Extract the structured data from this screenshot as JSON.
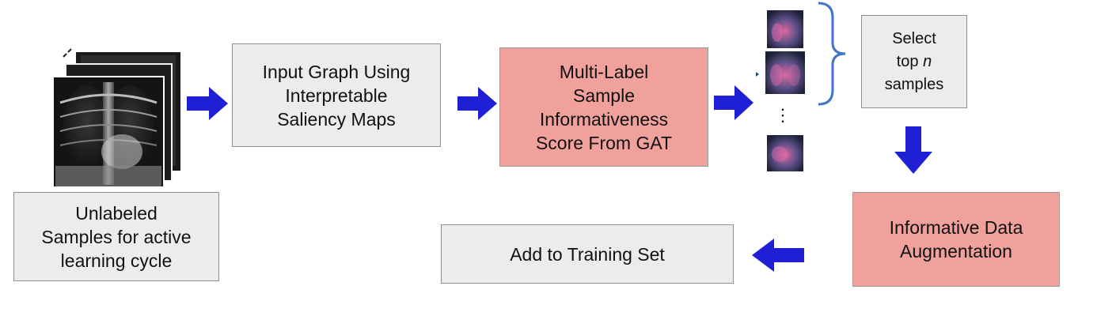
{
  "boxes": {
    "unlabeled": {
      "lines": [
        "Unlabeled",
        "Samples for active",
        "learning cycle"
      ]
    },
    "input_graph": {
      "lines": [
        "Input Graph Using",
        "Interpretable",
        "Saliency Maps"
      ]
    },
    "multilabel": {
      "lines": [
        "Multi-Label",
        "Sample",
        "Informativeness",
        "Score From GAT"
      ]
    },
    "select": {
      "line1": "Select",
      "line2_prefix": "top ",
      "line2_var": "n",
      "line3": "samples"
    },
    "augment": {
      "lines": [
        "Informative Data",
        "Augmentation"
      ]
    },
    "training": {
      "label": "Add to Training Set"
    }
  },
  "samples": {
    "ellipsis": "⋮"
  },
  "colors": {
    "arrow": "#1f1fd6",
    "gray_box": "#ececec",
    "red_box": "#f0a19b",
    "brace": "#3f74c6"
  }
}
